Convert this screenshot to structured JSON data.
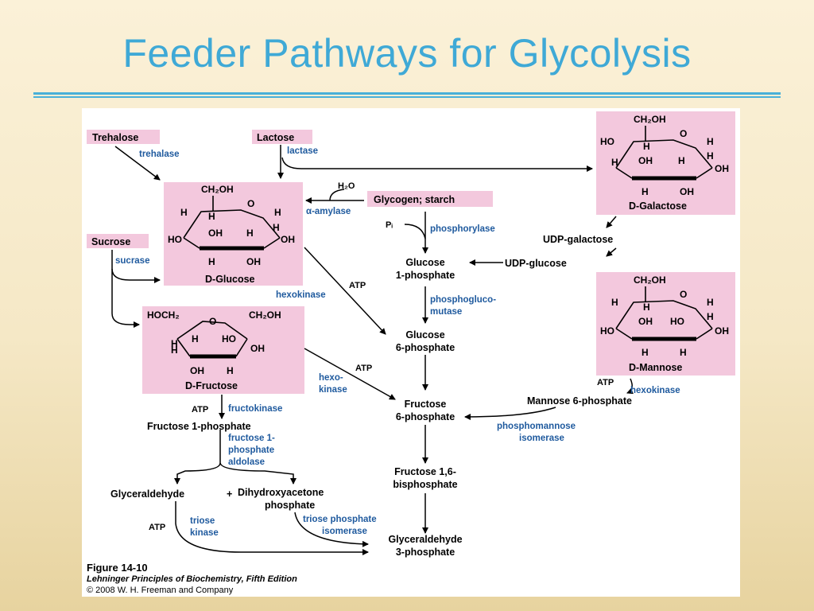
{
  "slide": {
    "title": "Feeder Pathways for Glycolysis"
  },
  "colors": {
    "title": "#3fa9d6",
    "enzyme": "#1f5a9e",
    "box": "#f3c8dd",
    "text": "#000000"
  },
  "sugars": {
    "trehalose": "Trehalose",
    "lactose": "Lactose",
    "sucrose": "Sucrose",
    "glycogen": "Glycogen; starch",
    "glucose": "D-Glucose",
    "fructose": "D-Fructose",
    "galactose": "D-Galactose",
    "mannose": "D-Mannose"
  },
  "ring_atoms": {
    "ch2oh": "CH₂OH",
    "hoch2": "HOCH₂",
    "o": "O",
    "h": "H",
    "oh": "OH",
    "ho": "HO"
  },
  "metabolites": {
    "udp_galactose": "UDP-galactose",
    "udp_glucose": "UDP-glucose",
    "glucose_1p_a": "Glucose",
    "glucose_1p_b": "1-phosphate",
    "glucose_6p_a": "Glucose",
    "glucose_6p_b": "6-phosphate",
    "fructose_6p_a": "Fructose",
    "fructose_6p_b": "6-phosphate",
    "fructose_16bp_a": "Fructose 1,6-",
    "fructose_16bp_b": "bisphosphate",
    "g3p_a": "Glyceraldehyde",
    "g3p_b": "3-phosphate",
    "mannose_6p": "Mannose 6-phosphate",
    "fructose_1p": "Fructose 1-phosphate",
    "glyceraldehyde": "Glyceraldehyde",
    "plus": "+",
    "dhap_a": "Dihydroxyacetone",
    "dhap_b": "phosphate",
    "h2o": "H₂O",
    "pi": "Pᵢ",
    "atp": "ATP"
  },
  "enzymes": {
    "trehalase": "trehalase",
    "lactase": "lactase",
    "sucrase": "sucrase",
    "amylase": "α-amylase",
    "phosphorylase": "phosphorylase",
    "phosphoglucomutase_a": "phosphogluco-",
    "phosphoglucomutase_b": "mutase",
    "hexokinase": "hexokinase",
    "hexokinase_b_a": "hexo-",
    "hexokinase_b_b": "kinase",
    "hexokinase_m": "hexokinase",
    "fructokinase": "fructokinase",
    "aldolase_a": "fructose 1-",
    "aldolase_b": "phosphate",
    "aldolase_c": "aldolase",
    "pmi_a": "phosphomannose",
    "pmi_b": "isomerase",
    "triose_kinase_a": "triose",
    "triose_kinase_b": "kinase",
    "tpi_a": "triose phosphate",
    "tpi_b": "isomerase"
  },
  "caption": {
    "figure": "Figure 14-10",
    "book": "Lehninger Principles of Biochemistry, Fifth Edition",
    "copyright": "© 2008 W. H. Freeman and Company"
  }
}
